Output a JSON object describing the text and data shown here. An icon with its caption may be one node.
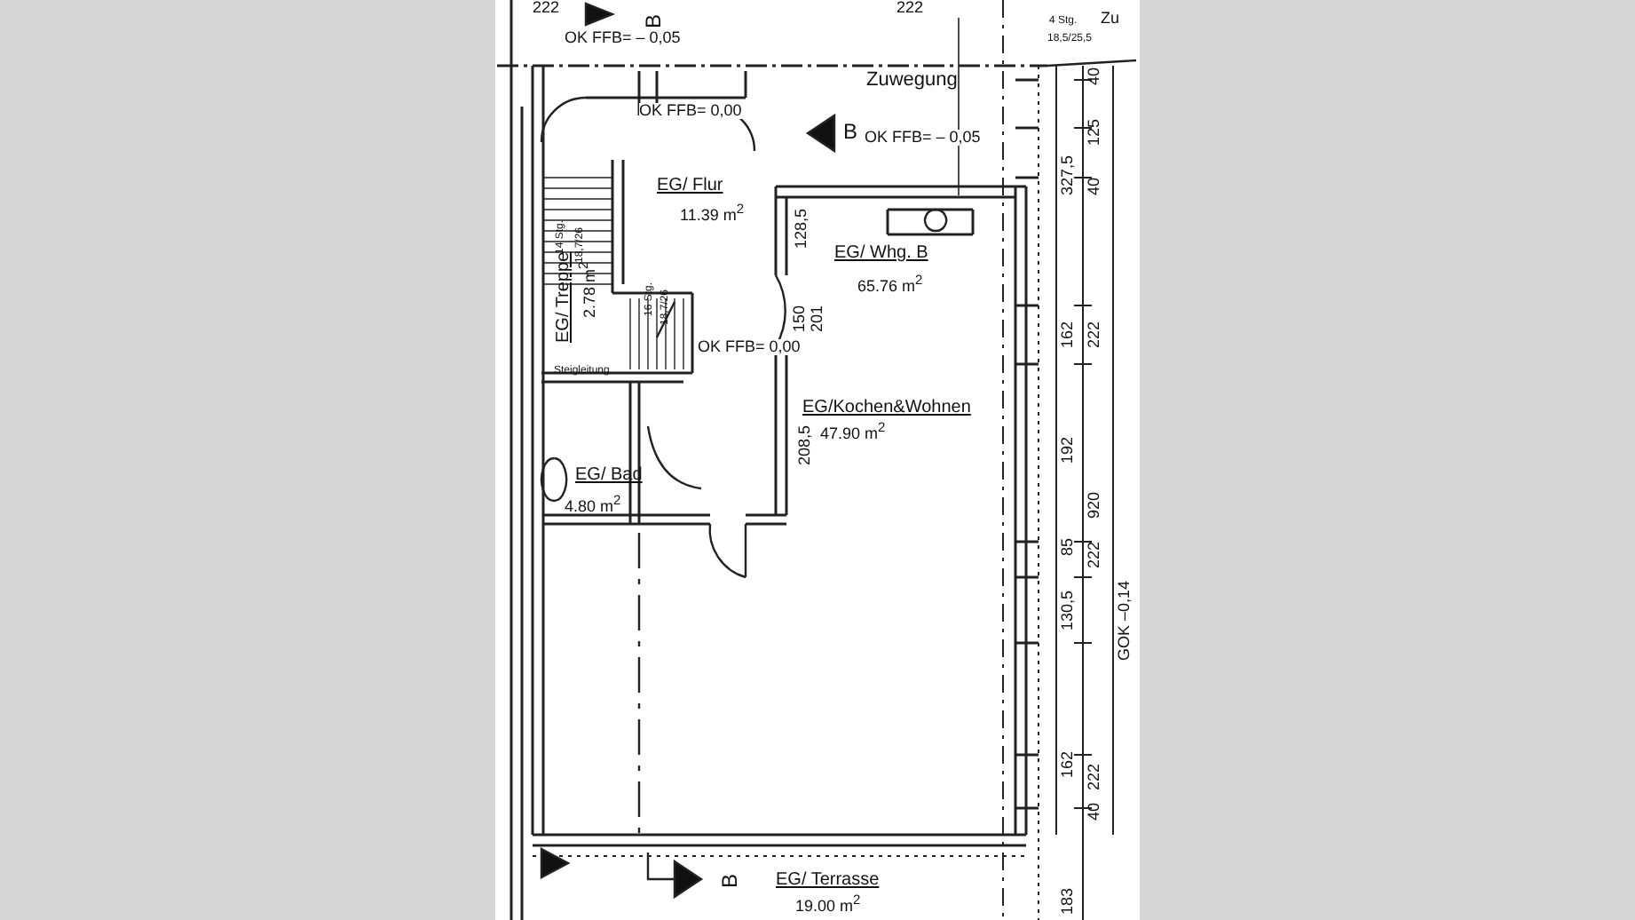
{
  "diagram": {
    "nodes": [
      {
        "text": [
          "EG/ Whg. B",
          "65.76 m$^{2}$"
        ]
      },
      {
        "text": [
          "EG/ Flur",
          "11.39 m$^{2}$"
        ]
      },
      {
        "text": [
          "EG/ Treppe",
          "2.78 m$^{2}$"
        ]
      },
      {
        "text": [
          "EG/ Bad",
          "4.80 m$^{2}$"
        ]
      },
      {
        "text": [
          "EG/Kochen&Wohnen",
          "47.90 m$^{2}$"
        ]
      },
      {
        "text": [
          "EG/ Terrasse",
          "19.00 m$^{2}$"
        ]
      }
    ],
    "edges": [],
    "labels": [
      "222",
      "222",
      "B",
      "OK FFB= – 0,05",
      "4 Stg.",
      "18,5/25,5",
      "Zu",
      "Zuwegung",
      "OK FFB= 0,00",
      "B",
      "OK FFB= – 0,05",
      "14 Stg.",
      "18,7/26",
      "16 Stg.",
      "18,7/26",
      "OK FFB= 0,00",
      "Steigleitung",
      "128,5",
      "150",
      "201",
      "208,5",
      "40",
      "125",
      "327,5",
      "40",
      "162",
      "222",
      "192",
      "920",
      "85",
      "222",
      "130,5",
      "GOK –0,14",
      "162",
      "222",
      "40",
      "183",
      "B"
    ]
  }
}
